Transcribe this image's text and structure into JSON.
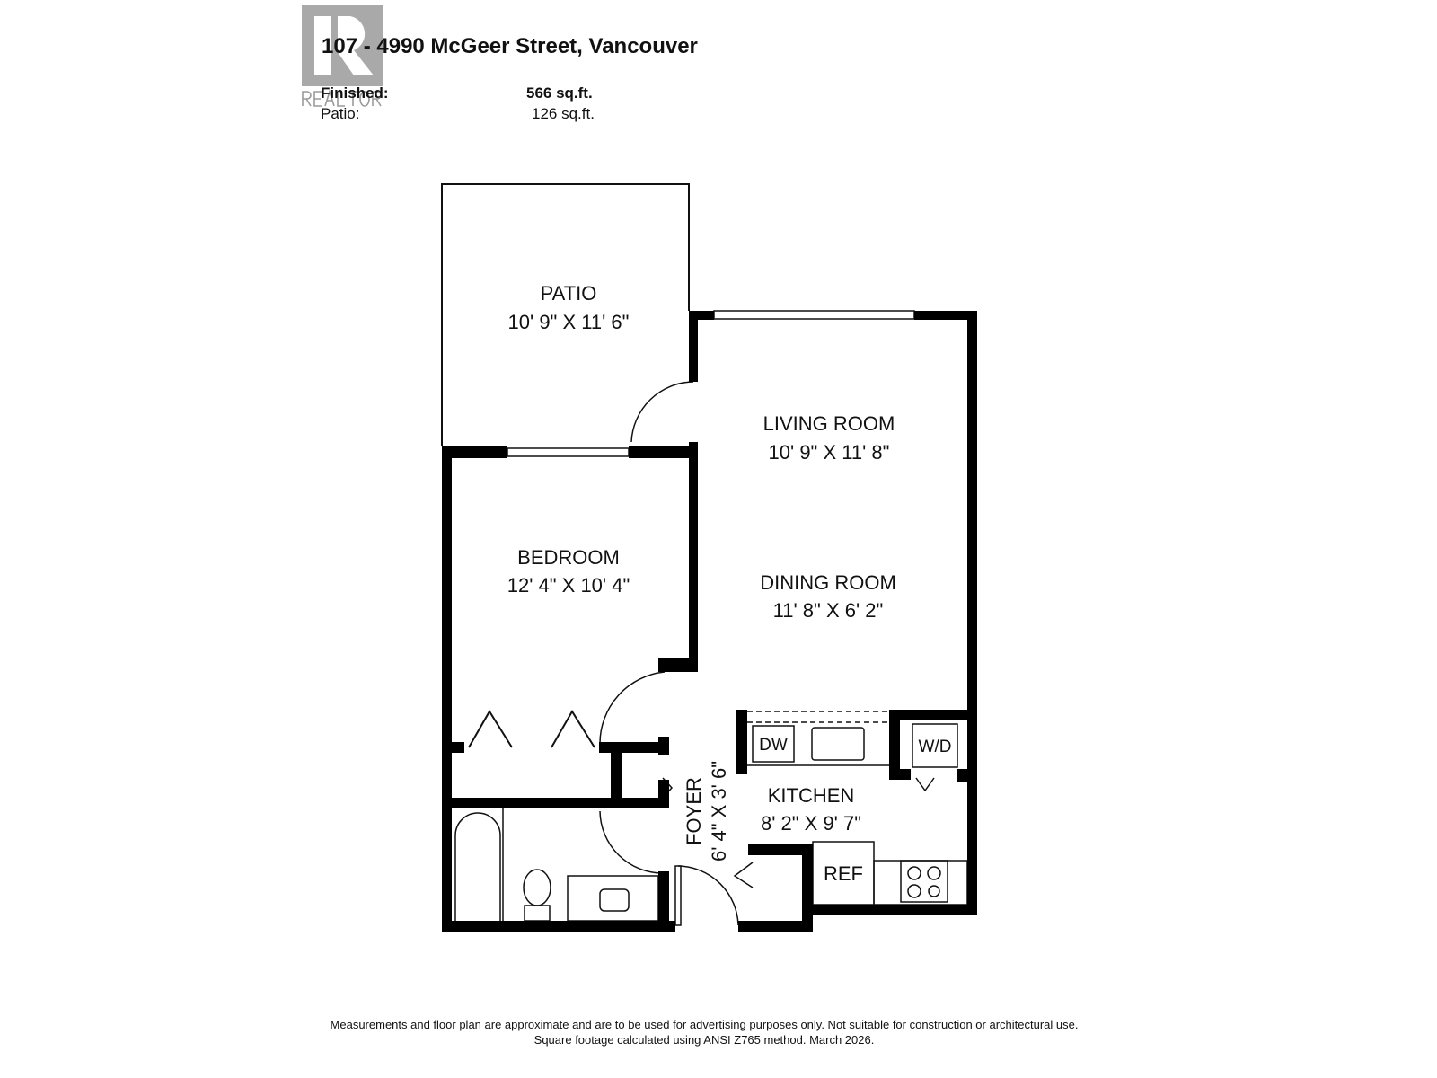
{
  "header": {
    "address": "107 - 4990 McGeer Street, Vancouver",
    "finished_label": "Finished:",
    "finished_value": "566 sq.ft.",
    "patio_label": "Patio:",
    "patio_value": "126 sq.ft.",
    "logo_text": "REALTOR",
    "logo_icon": "realtor-r-logo"
  },
  "rooms": {
    "patio": {
      "name": "PATIO",
      "size": "10' 9\" X 11' 6\""
    },
    "living": {
      "name": "LIVING ROOM",
      "size": "10' 9\" X 11' 8\""
    },
    "bedroom": {
      "name": "BEDROOM",
      "size": "12' 4\" X 10' 4\""
    },
    "dining": {
      "name": "DINING ROOM",
      "size": "11' 8\" X 6' 2\""
    },
    "kitchen": {
      "name": "KITCHEN",
      "size": "8' 2\" X 9' 7\""
    },
    "foyer": {
      "name": "FOYER",
      "size": "6' 4\" X 3' 6\""
    }
  },
  "fixtures": {
    "dw": "DW",
    "wd": "W/D",
    "ref": "REF"
  },
  "footer": {
    "line1": "Measurements and floor plan are approximate and are to be used for advertising purposes only. Not suitable for construction or architectural use.",
    "line2": "Square footage calculated using ANSI Z765 method. March 2026."
  }
}
